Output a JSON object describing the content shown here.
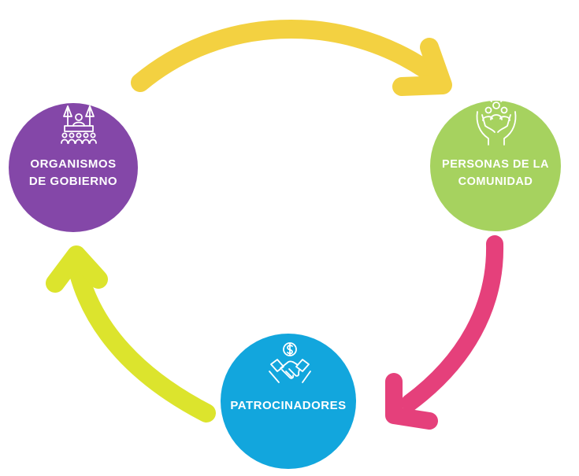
{
  "colors": {
    "government": "#8447a8",
    "community": "#a6d25f",
    "sponsors": "#12a6dd",
    "arrow_top": "#f3d141",
    "arrow_right": "#e5407b",
    "arrow_left": "#dce42d"
  },
  "nodes": {
    "government": {
      "line1": "ORGANISMOS",
      "line2": "DE GOBIERNO",
      "icon": "government-assembly-icon"
    },
    "community": {
      "line1": "PERSONAS DE LA",
      "line2": "COMUNIDAD",
      "icon": "hands-holding-people-icon"
    },
    "sponsors": {
      "line1": "PATROCINADORES",
      "icon": "handshake-dollar-icon"
    }
  },
  "arrows": [
    {
      "from": "government",
      "to": "community"
    },
    {
      "from": "community",
      "to": "sponsors"
    },
    {
      "from": "sponsors",
      "to": "government"
    }
  ]
}
